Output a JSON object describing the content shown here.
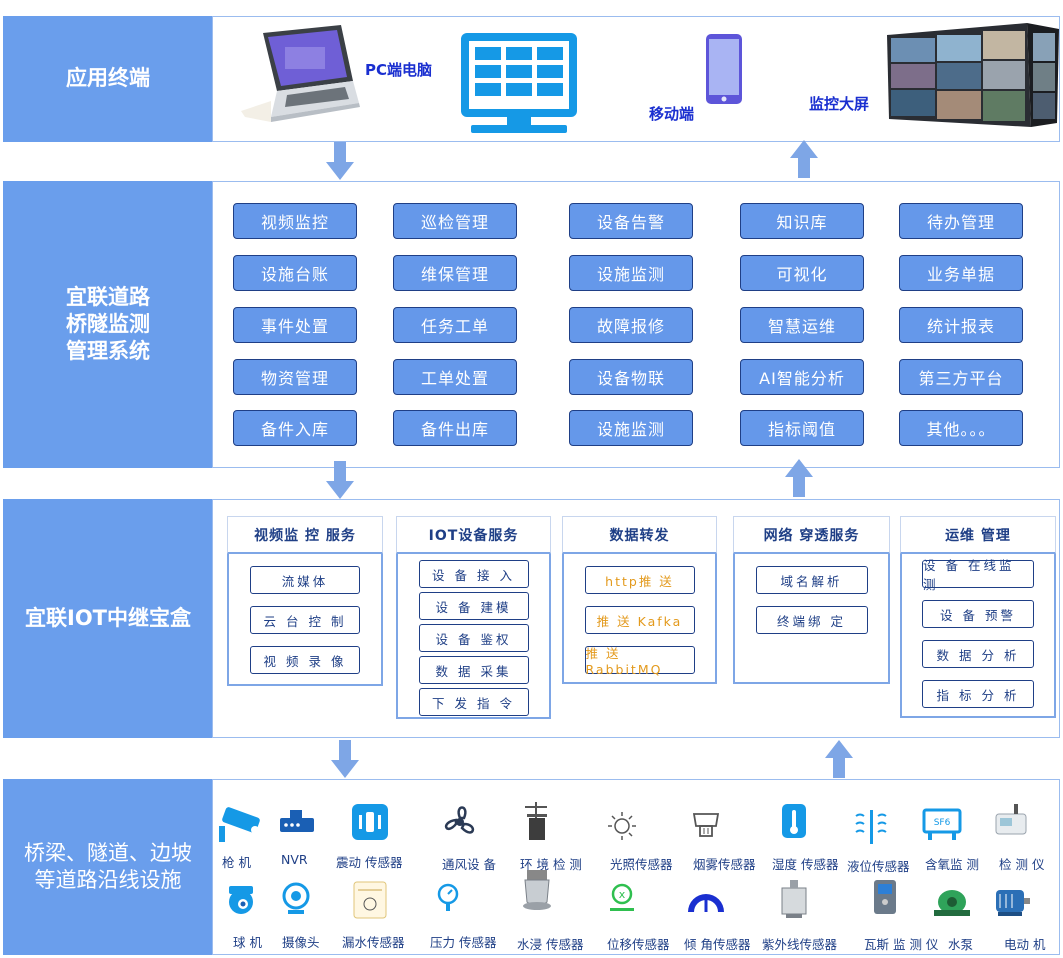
{
  "tiers": {
    "terminal": "应用终端",
    "system": [
      "宜联道路",
      "桥隧监测",
      "管理系统"
    ],
    "iot": "宜联IOT中继宝盒",
    "facility": [
      "桥梁、隧道、边坡",
      "等道路沿线设施"
    ]
  },
  "terminals": {
    "pc": "PC端电脑",
    "mobile": "移动端",
    "wall": "监控大屏"
  },
  "modules": [
    [
      "视频监控",
      "巡检管理",
      "设备告警",
      "知识库",
      "待办管理"
    ],
    [
      "设施台账",
      "维保管理",
      "设施监测",
      "可视化",
      "业务单据"
    ],
    [
      "事件处置",
      "任务工单",
      "故障报修",
      "智慧运维",
      "统计报表"
    ],
    [
      "物资管理",
      "工单处置",
      "设备物联",
      "AI智能分析",
      "第三方平台"
    ],
    [
      "备件入库",
      "备件出库",
      "设施监测",
      "指标阈值",
      "其他。。。"
    ]
  ],
  "services": [
    {
      "title": "视频监 控 服务",
      "items": [
        "流媒体",
        "云 台 控 制",
        "视 频 录 像"
      ]
    },
    {
      "title": "IOT设备服务",
      "items": [
        "设 备 接 入",
        "设 备 建模",
        "设 备 鉴权",
        "数 据 采集",
        "下 发 指 令"
      ]
    },
    {
      "title": "数据转发",
      "items": [
        "http推 送",
        "推 送 Kafka",
        "推 送 RabbitMQ"
      ]
    },
    {
      "title": "网络 穿透服务",
      "items": [
        "域名解析",
        "终端绑 定"
      ]
    },
    {
      "title": "运维 管理",
      "items": [
        "设 备 在线监 测",
        "设 备 预警",
        "数 据 分 析",
        "指 标 分 析"
      ]
    }
  ],
  "devices": [
    {
      "label": "枪 机",
      "icon": "bullet-camera-icon"
    },
    {
      "label": "NVR",
      "icon": "nvr-icon"
    },
    {
      "label": "震动 传感器",
      "icon": "vibration-sensor-icon"
    },
    {
      "label": "通风设 备",
      "icon": "fan-icon"
    },
    {
      "label": "环 境 检 测",
      "icon": "weather-station-icon"
    },
    {
      "label": "光照传感器",
      "icon": "sun-icon"
    },
    {
      "label": "烟雾传感器",
      "icon": "smoke-detector-icon"
    },
    {
      "label": "湿度 传感器",
      "icon": "thermometer-icon"
    },
    {
      "label": "液位传感器",
      "icon": "water-level-icon"
    },
    {
      "label": "含氧监 测",
      "icon": "oxygen-monitor-icon"
    },
    {
      "label": "检 测 仪",
      "icon": "detector-icon"
    },
    {
      "label": "球 机",
      "icon": "dome-camera-icon"
    },
    {
      "label": "摄像头",
      "icon": "webcam-icon"
    },
    {
      "label": "漏水传感器",
      "icon": "leak-sensor-icon"
    },
    {
      "label": "压力 传感器",
      "icon": "pressure-gauge-icon"
    },
    {
      "label": "水浸 传感器",
      "icon": "flood-sensor-icon"
    },
    {
      "label": "位移传感器",
      "icon": "displacement-sensor-icon"
    },
    {
      "label": "倾 角传感器",
      "icon": "tilt-sensor-icon"
    },
    {
      "label": "紫外线传感器",
      "icon": "uv-sensor-icon"
    },
    {
      "label": "瓦斯 监 测 仪",
      "icon": "gas-monitor-icon"
    },
    {
      "label": "水泵",
      "icon": "water-pump-icon"
    },
    {
      "label": "电动 机",
      "icon": "motor-icon"
    }
  ],
  "colors": {
    "lane": "#6a9eec",
    "button": "#6598ea",
    "border": "#1f3f86",
    "accent": "#e39a1d"
  }
}
